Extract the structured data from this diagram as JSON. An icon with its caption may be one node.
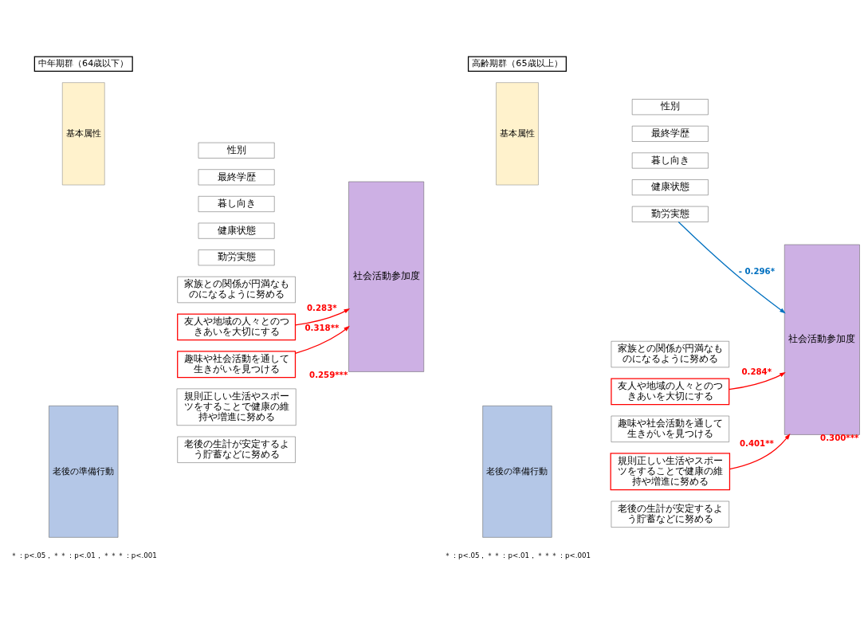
{
  "diagram": {
    "nodes": [
      {
        "text": [
          "中年期群（64歳以下）"
        ]
      },
      {
        "text": [
          "基本属性"
        ]
      },
      {
        "text": [
          "性別"
        ]
      },
      {
        "text": [
          "最終学歴"
        ]
      },
      {
        "text": [
          "暮し向き"
        ]
      },
      {
        "text": [
          "健康状態"
        ]
      },
      {
        "text": [
          "勤労実態"
        ]
      },
      {
        "text": [
          "老後の準備行動"
        ]
      },
      {
        "text": [
          "家族との関係が円満なものになるように努める"
        ]
      },
      {
        "text": [
          "友人や地域の人々とのつきあいを大切にする"
        ]
      },
      {
        "text": [
          "趣味や社会活動を通して生きがいを見つける"
        ]
      },
      {
        "text": [
          "規則正しい生活やスポーツをすることで健康の維持や増進に努める"
        ]
      },
      {
        "text": [
          "老後の生計が安定するよう貯蓄などに努める"
        ]
      },
      {
        "text": [
          "社会活動参加度"
        ],
        "beside": [
          "0.259***"
        ]
      },
      {
        "text": [
          "高齢期群（65歳以上）"
        ]
      },
      {
        "text": [
          "基本属性"
        ]
      },
      {
        "text": [
          "性別"
        ]
      },
      {
        "text": [
          "最終学歴"
        ]
      },
      {
        "text": [
          "暮し向き"
        ]
      },
      {
        "text": [
          "健康状態"
        ]
      },
      {
        "text": [
          "勤労実態"
        ]
      },
      {
        "text": [
          "老後の準備行動"
        ]
      },
      {
        "text": [
          "家族との関係が円満なものになるように努める"
        ]
      },
      {
        "text": [
          "友人や地域の人々とのつきあいを大切にする"
        ]
      },
      {
        "text": [
          "趣味や社会活動を通して生きがいを見つける"
        ]
      },
      {
        "text": [
          "規則正しい生活やスポーツをすることで健康の維持や増進に努める"
        ]
      },
      {
        "text": [
          "老後の生計が安定するよう貯蓄などに努める"
        ]
      },
      {
        "text": [
          "社会活動参加度"
        ],
        "beside": [
          "0.300***"
        ]
      }
    ],
    "edges": [
      {
        "from": 9,
        "to": 13,
        "arrow": "to",
        "label": "0.283*",
        "color": "#ff0000"
      },
      {
        "from": 10,
        "to": 13,
        "arrow": "to",
        "label": "0.318**",
        "color": "#ff0000"
      },
      {
        "from": 20,
        "to": 27,
        "arrow": "to",
        "label": "- 0.296*",
        "color": "#0070c0"
      },
      {
        "from": 23,
        "to": 27,
        "arrow": "to",
        "label": "0.284*",
        "color": "#ff0000"
      },
      {
        "from": 25,
        "to": 27,
        "arrow": "to",
        "label": "0.401**",
        "color": "#ff0000"
      }
    ],
    "labels": [
      "＊：p<.05，＊＊：p<.01，＊＊＊：p<.001",
      "＊：p<.05，＊＊：p<.01，＊＊＊：p<.001"
    ]
  }
}
